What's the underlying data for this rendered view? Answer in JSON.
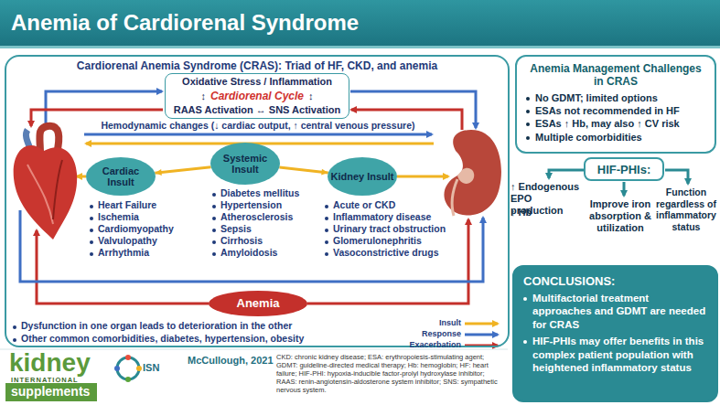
{
  "diagram": {
    "title": "Anemia of Cardiorenal Syndrome",
    "nodes": [
      {
        "text": [
          "Cardiorenal Anemia Syndrome (CRAS): Triad of HF, CKD, and anemia"
        ]
      },
      {
        "text": [
          "Oxidative Stress / Inflammation",
          "↕",
          "Cardiorenal Cycle",
          "↕",
          "RAAS Activation ↔ SNS Activation"
        ],
        "in": 0
      },
      {
        "text": [
          "Cardiac Insult"
        ],
        "in": 0
      },
      {
        "text": [
          "Systemic Insult"
        ],
        "in": 0
      },
      {
        "text": [
          "Kidney Insult"
        ],
        "in": 0
      },
      {
        "text": [
          "Anemia"
        ],
        "in": 0
      },
      {
        "text": [
          "Anemia Management Challenges in CRAS",
          "No GDMT; limited options",
          "ESAs not recommended in HF",
          "ESAs ↑ Hb, may also ↑ CV risk",
          "Multiple comorbidities"
        ]
      },
      {
        "text": [
          "HIF-PHIs:"
        ]
      },
      {
        "text": [
          "CONCLUSIONS:",
          "Multifactorial treatment approaches and GDMT are needed for CRAS",
          "HIF-PHIs may offer benefits in this complex patient population with heightened inflammatory status"
        ]
      }
    ],
    "edges": [
      {
        "from": 3,
        "to": 2,
        "arrow": "to"
      },
      {
        "from": 3,
        "to": 4,
        "arrow": "to"
      }
    ],
    "labels": [
      "Hemodynamic changes (↓ cardiac output, ↑ central venous pressure)",
      "Heart Failure",
      "Ischemia",
      "Cardiomyopathy",
      "Valvulopathy",
      "Arrhythmia",
      "Diabetes mellitus",
      "Hypertension",
      "Atherosclerosis",
      "Sepsis",
      "Cirrhosis",
      "Amyloidosis",
      "Acute or CKD",
      "Inflammatory disease",
      "Urinary tract obstruction",
      "Glomerulonephritis",
      "Vasoconstrictive drugs",
      "Dysfunction in one organ leads to deterioration in the other",
      "Other common comorbidities, diabetes, hypertension, obesity",
      "↑ Endogenous EPO production",
      "↑ Hb",
      "Improve iron absorption & utilization",
      "Function regardless of inflammatory status",
      "kidney",
      "INTERNATIONAL",
      "supplements",
      "ISN",
      "McCullough, 2021",
      "CKD: chronic kidney disease; ESA: erythropoiesis-stimulating agent; GDMT: guideline-directed medical therapy; Hb: hemoglobin; HF: heart failure; HIF-PHI: hypoxia-inducible factor-prolyl hydroxylase inhibitor; RAAS: renin-angiotensin-aldosterone system inhibitor; SNS: sympathetic nervous system."
    ],
    "legend": [
      {
        "text": "Insult"
      },
      {
        "text": "Response"
      },
      {
        "text": "Exacerbation"
      }
    ]
  }
}
